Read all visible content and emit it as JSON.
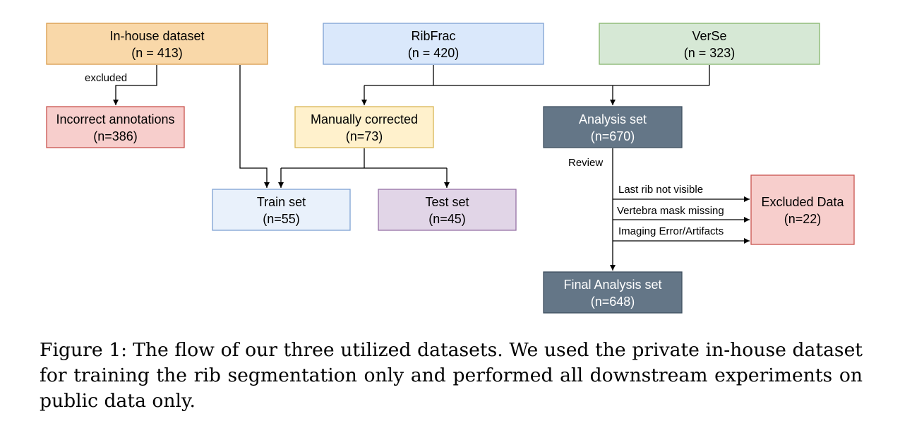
{
  "nodes": {
    "inhouse": {
      "title": "In-house dataset",
      "count": "(n = 413)",
      "fill": "#f9d8a9",
      "stroke": "#d89b4a"
    },
    "ribfrac": {
      "title": "RibFrac",
      "count": "(n = 420)",
      "fill": "#dae8fb",
      "stroke": "#7ea1d3"
    },
    "verse": {
      "title": "VerSe",
      "count": "(n = 323)",
      "fill": "#d6e8d5",
      "stroke": "#86b56c"
    },
    "incorrect": {
      "title": "Incorrect annotations",
      "count": "(n=386)",
      "fill": "#f7cecc",
      "stroke": "#c9534e"
    },
    "manual": {
      "title": "Manually corrected",
      "count": "(n=73)",
      "fill": "#fff1cc",
      "stroke": "#d8b656"
    },
    "analysis": {
      "title": "Analysis set",
      "count": "(n=670)",
      "fill": "#647687",
      "stroke": "#3f5060"
    },
    "train": {
      "title": "Train set",
      "count": "(n=55)",
      "fill": "#e9f1fb",
      "stroke": "#7ea1d3"
    },
    "test": {
      "title": "Test set",
      "count": "(n=45)",
      "fill": "#e1d5e7",
      "stroke": "#9672a6"
    },
    "excluded": {
      "title": "Excluded Data",
      "count": "(n=22)",
      "fill": "#f7cecc",
      "stroke": "#c9534e"
    },
    "final": {
      "title": "Final Analysis set",
      "count": "(n=648)",
      "fill": "#647687",
      "stroke": "#3f5060"
    }
  },
  "edge_labels": {
    "excluded": "excluded",
    "review": "Review",
    "last_rib": "Last rib not visible",
    "vertebra": "Vertebra mask missing",
    "imaging": "Imaging Error/Artifacts"
  },
  "caption": {
    "label": "Figure 1:",
    "text": "The flow of our three utilized datasets. We used the private in-house dataset for training the rib segmentation only and performed all downstream experiments on public data only."
  }
}
